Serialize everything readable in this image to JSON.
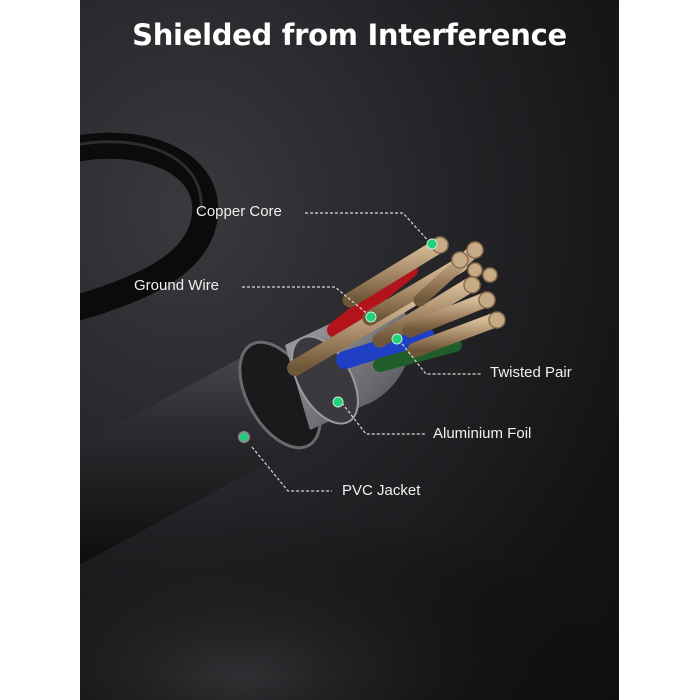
{
  "title": "Shielded from Interference",
  "colors": {
    "background": "#1c1c1f",
    "dot": "#1fd17a",
    "title": "#ffffff",
    "label": "#f0f0f0",
    "copper": "#b89a78",
    "red_wire": "#b3141b",
    "blue_wire": "#1f3fc4",
    "green_wire": "#1f5e2a",
    "foil": "#8a8a8e",
    "jacket": "#2a2a2d"
  },
  "callouts": [
    {
      "id": "copper-core",
      "label": "Copper Core",
      "icon": "green-dot-marker"
    },
    {
      "id": "ground-wire",
      "label": "Ground Wire",
      "icon": "green-dot-marker"
    },
    {
      "id": "twisted-pair",
      "label": "Twisted Pair",
      "icon": "green-dot-marker"
    },
    {
      "id": "aluminium-foil",
      "label": "Aluminium Foil",
      "icon": "green-dot-marker"
    },
    {
      "id": "pvc-jacket",
      "label": "PVC Jacket",
      "icon": "green-dot-marker"
    }
  ]
}
